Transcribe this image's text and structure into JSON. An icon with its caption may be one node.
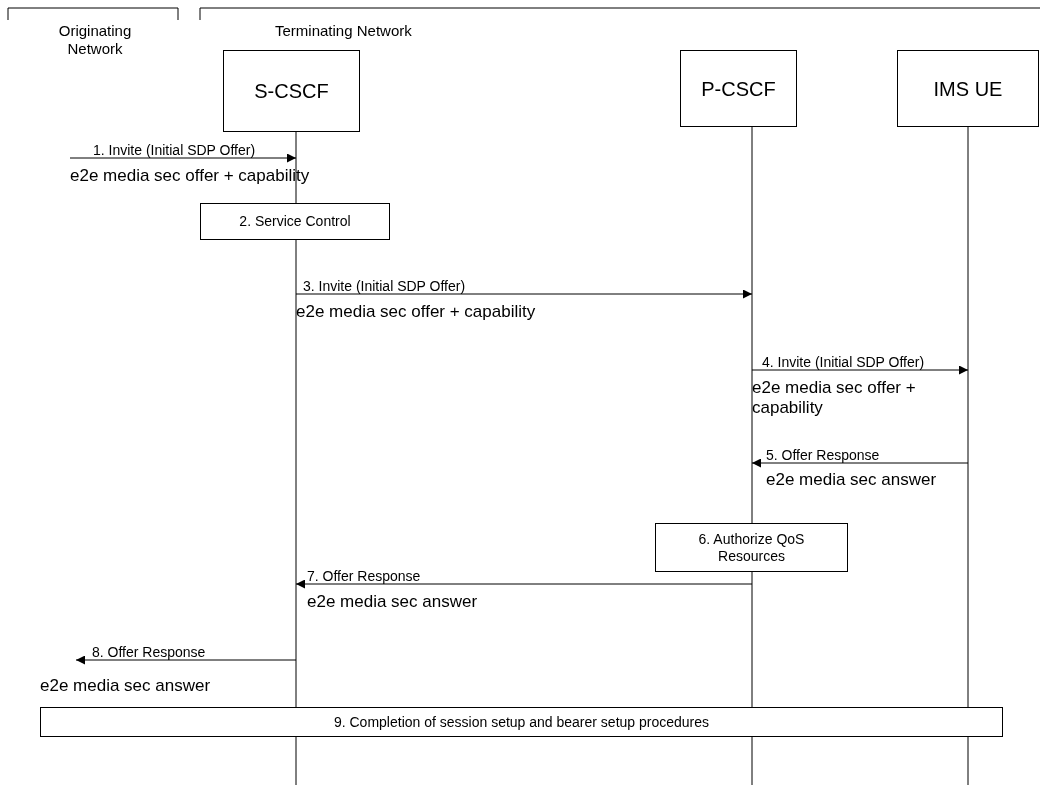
{
  "diagram": {
    "nodes": [
      {
        "text": [
          "Originating Network"
        ]
      },
      {
        "text": [
          "Terminating Network"
        ]
      },
      {
        "text": [
          "S-CSCF"
        ]
      },
      {
        "text": [
          "P-CSCF"
        ]
      },
      {
        "text": [
          "IMS UE"
        ]
      },
      {
        "text": [
          "2. Service Control"
        ]
      },
      {
        "text": [
          "6. Authorize QoS Resources"
        ]
      },
      {
        "text": [
          "9. Completion of session setup and bearer setup procedures"
        ]
      }
    ],
    "edges": [
      {
        "from": null,
        "to": 2,
        "arrow": "to",
        "label": "1. Invite (Initial SDP Offer)"
      },
      {
        "from": 2,
        "to": 3,
        "arrow": "to",
        "label": "3. Invite (Initial SDP Offer)"
      },
      {
        "from": 3,
        "to": 4,
        "arrow": "to",
        "label": "4. Invite (Initial SDP Offer)"
      },
      {
        "from": 4,
        "to": 3,
        "arrow": "to",
        "label": "5. Offer Response"
      },
      {
        "from": 3,
        "to": 2,
        "arrow": "to",
        "label": "7. Offer Response"
      },
      {
        "from": 2,
        "to": null,
        "arrow": "to",
        "label": "8. Offer Response"
      }
    ],
    "labels": [
      "e2e media sec offer + capability",
      "e2e media sec offer + capability",
      "e2e media sec offer + capability",
      "e2e media sec answer",
      "e2e media sec answer",
      "e2e media sec answer"
    ]
  }
}
